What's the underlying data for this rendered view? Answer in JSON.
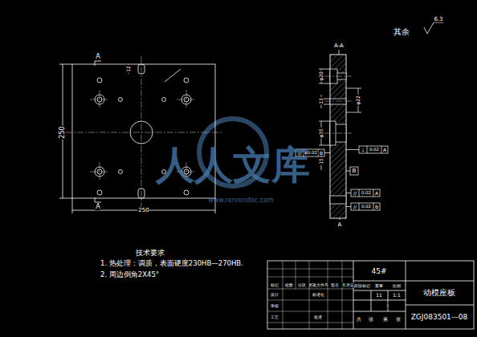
{
  "diagram": {
    "labels": [
      "其余",
      "6.3",
      "A",
      "A",
      "12",
      "250",
      "250",
      "A-A",
      "φ20",
      "13",
      "φ22",
      "φ35",
      "15",
      "◎",
      "φ0.02",
      "B",
      "⊥",
      "0.02",
      "A",
      "//",
      "0.02",
      "A",
      "//",
      "0.02",
      "B",
      "A",
      "B",
      "人人文库",
      "www.renrendoc.com",
      "技术要求",
      "1. 热处理：调质，表面硬度230HB—270HB.",
      "2. 周边倒角2X45°",
      "45#",
      "动模座板",
      "ZGJ083501—08",
      "标记",
      "处数",
      "分区",
      "更改文件号",
      "签名",
      "年月日",
      "设计",
      "标准化",
      "审核",
      "工艺",
      "批准",
      "阶段标记",
      "重量",
      "比例",
      "11",
      "1",
      "1:1",
      "共",
      "张",
      "第",
      "张"
    ]
  }
}
